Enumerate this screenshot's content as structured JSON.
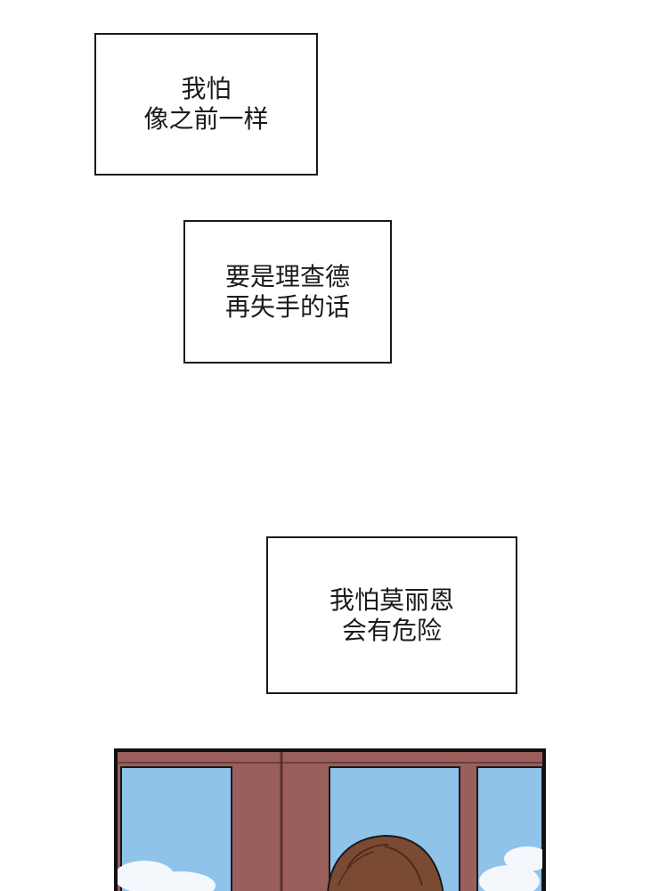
{
  "captions": [
    {
      "lines": [
        "我怕",
        "像之前一样"
      ]
    },
    {
      "lines": [
        "要是理查德",
        "再失手的话"
      ]
    },
    {
      "lines": [
        "我怕莫丽恩",
        "会有危险"
      ]
    }
  ],
  "panel": {
    "colors": {
      "frame": "#9a5f5c",
      "sky": "#8fc3ea",
      "cloud": "#f4f8fc",
      "hair": "#7a4a32",
      "outline": "#1a1a1a"
    }
  }
}
